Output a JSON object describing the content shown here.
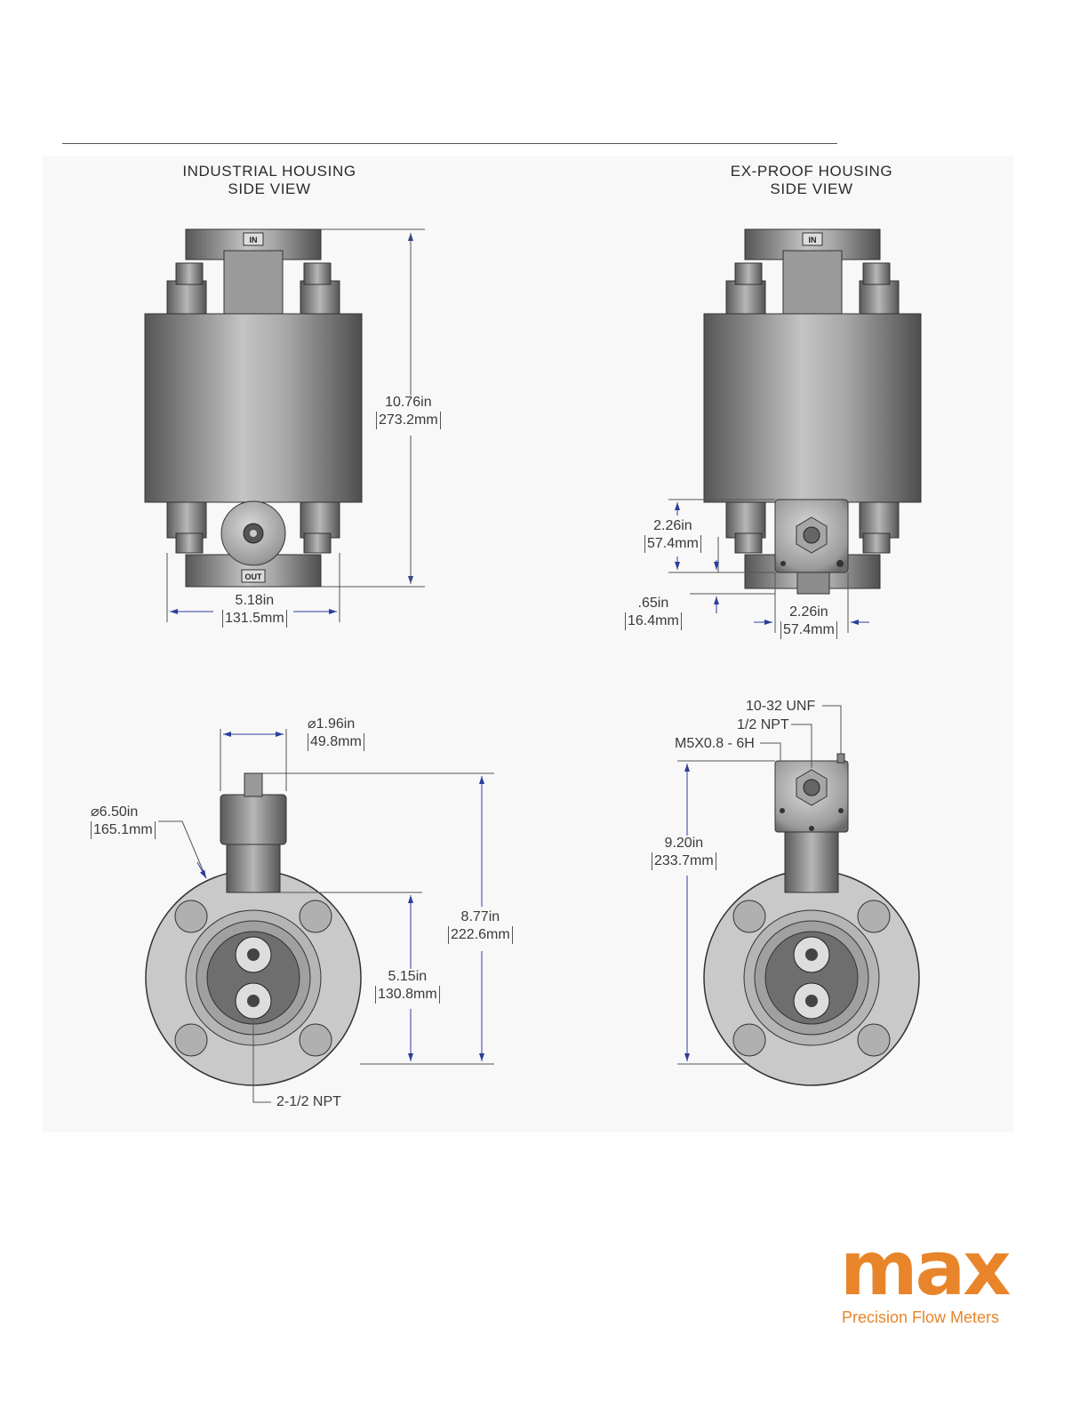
{
  "views": {
    "industrial_side": {
      "line1": "INDUSTRIAL HOUSING",
      "line2": "SIDE VIEW"
    },
    "exproof_side": {
      "line1": "EX-PROOF HOUSING",
      "line2": "SIDE VIEW"
    }
  },
  "port_labels": {
    "in": "IN",
    "out": "OUT"
  },
  "dimensions": {
    "height_in": "10.76in",
    "height_mm": "273.2mm",
    "width_in": "5.18in",
    "width_mm": "131.5mm",
    "exp_side_h_in": "2.26in",
    "exp_side_h_mm": "57.4mm",
    "exp_offset_in": ".65in",
    "exp_offset_mm": "16.4mm",
    "exp_w_in": "2.26in",
    "exp_w_mm": "57.4mm",
    "dia_small_in": "1.96in",
    "dia_small_mm": "49.8mm",
    "dia_big_in": "6.50in",
    "dia_big_mm": "165.1mm",
    "front_h_in": "8.77in",
    "front_h_mm": "222.6mm",
    "center_h_in": "5.15in",
    "center_h_mm": "130.8mm",
    "exp_front_h_in": "9.20in",
    "exp_front_h_mm": "233.7mm"
  },
  "callouts": {
    "npt_221": "2-1/2 NPT",
    "unf": "10-32 UNF",
    "npt_12": "1/2 NPT",
    "m5": "M5X0.8 - 6H"
  },
  "symbols": {
    "diameter": "⌀"
  },
  "brand": {
    "name": "max",
    "tagline": "Precision Flow Meters",
    "color": "#e8852a"
  },
  "colors": {
    "dimension_arrow": "#2c3e9c",
    "metal_dark": "#5e5e5e",
    "metal_light": "#bdbdbd"
  }
}
